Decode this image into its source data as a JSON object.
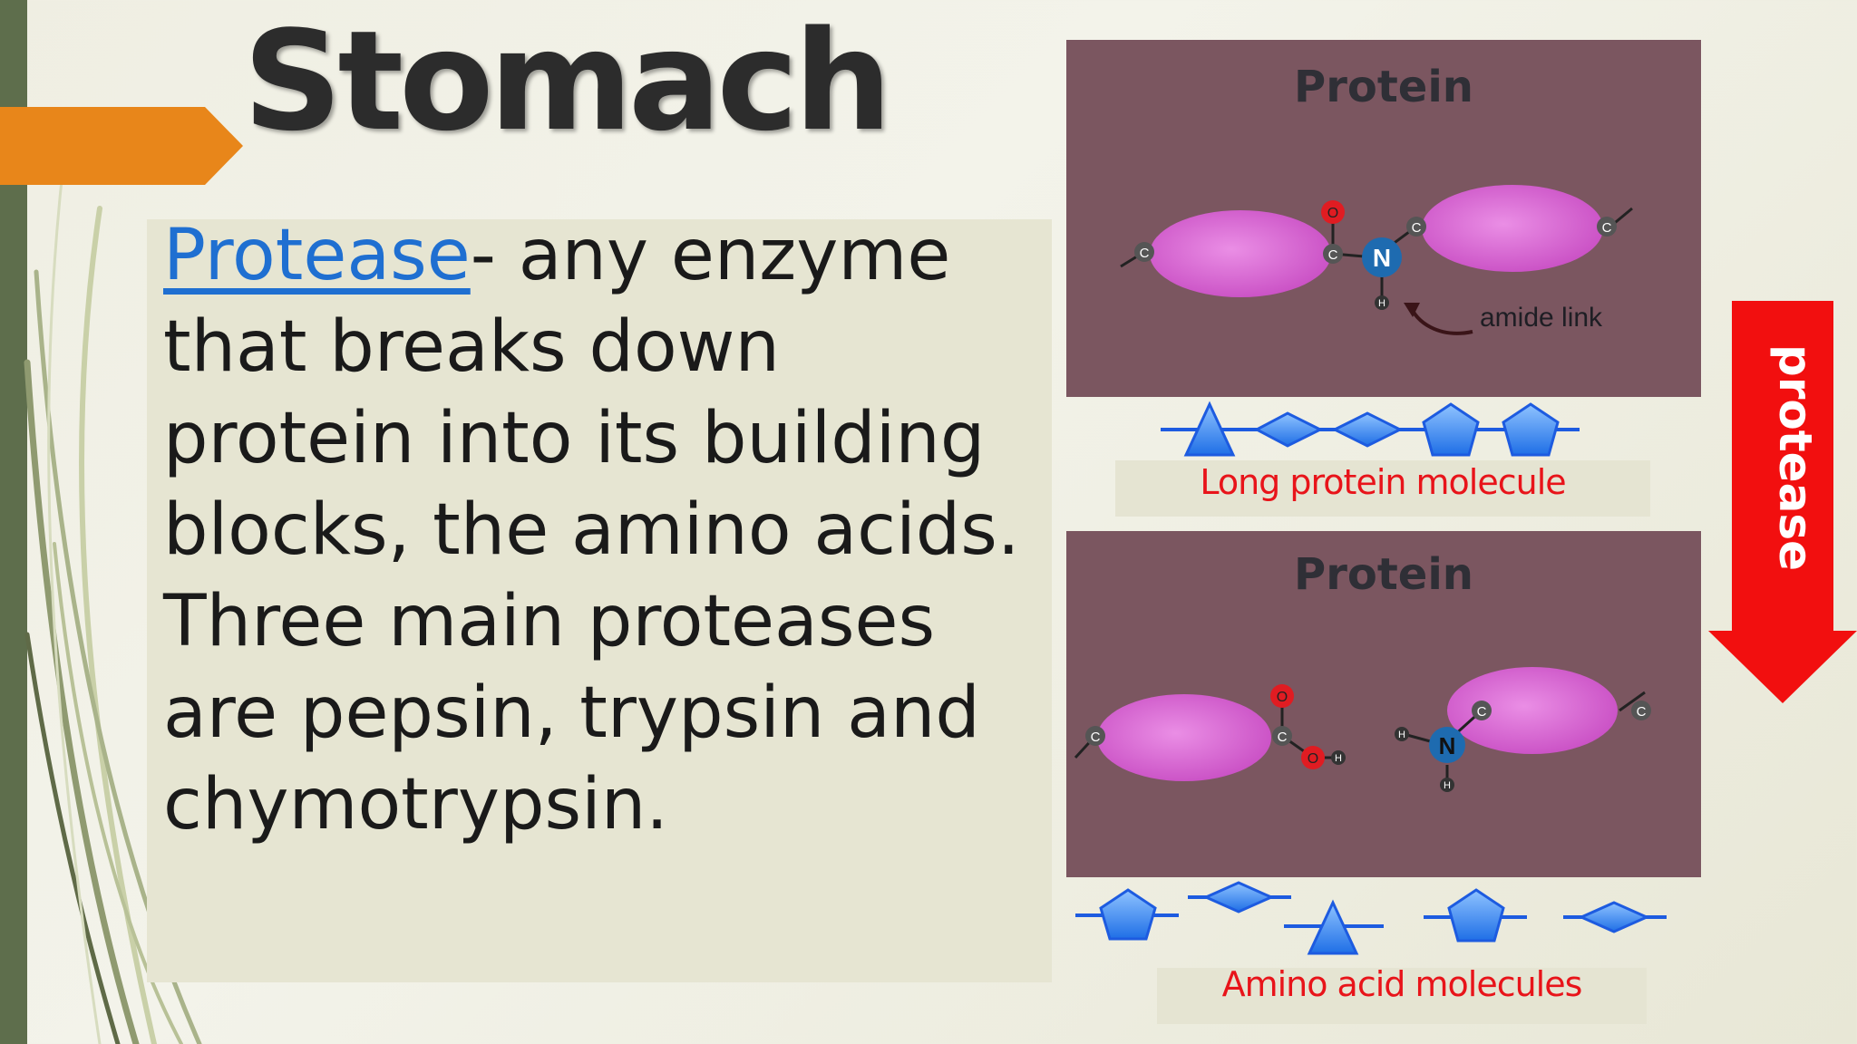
{
  "slide": {
    "title": "Stomach",
    "body": {
      "term": "Protease",
      "definition": "- any enzyme that breaks down protein into its building blocks, the amino acids. Three main proteases are pepsin, trypsin and chymotrypsin."
    }
  },
  "figure_top": {
    "title": "Protein",
    "atoms": {
      "oxygen": "O",
      "carbon": "C",
      "nitrogen": "N",
      "hydrogen": "H"
    },
    "annotation": "amide link",
    "caption": "Long protein molecule"
  },
  "figure_bottom": {
    "title": "Protein",
    "caption": "Amino acid molecules"
  },
  "arrow": {
    "label": "protease"
  },
  "colors": {
    "accent_orange": "#e8861a",
    "sidebar_green": "#5e6e4c",
    "term_blue": "#1f6fd1",
    "caption_red": "#e8141a",
    "arrow_red": "#f20f0f",
    "figure_bg": "#7b5660",
    "lobe_magenta": "#d96fd3",
    "shape_blue": "#3d8ff5"
  }
}
